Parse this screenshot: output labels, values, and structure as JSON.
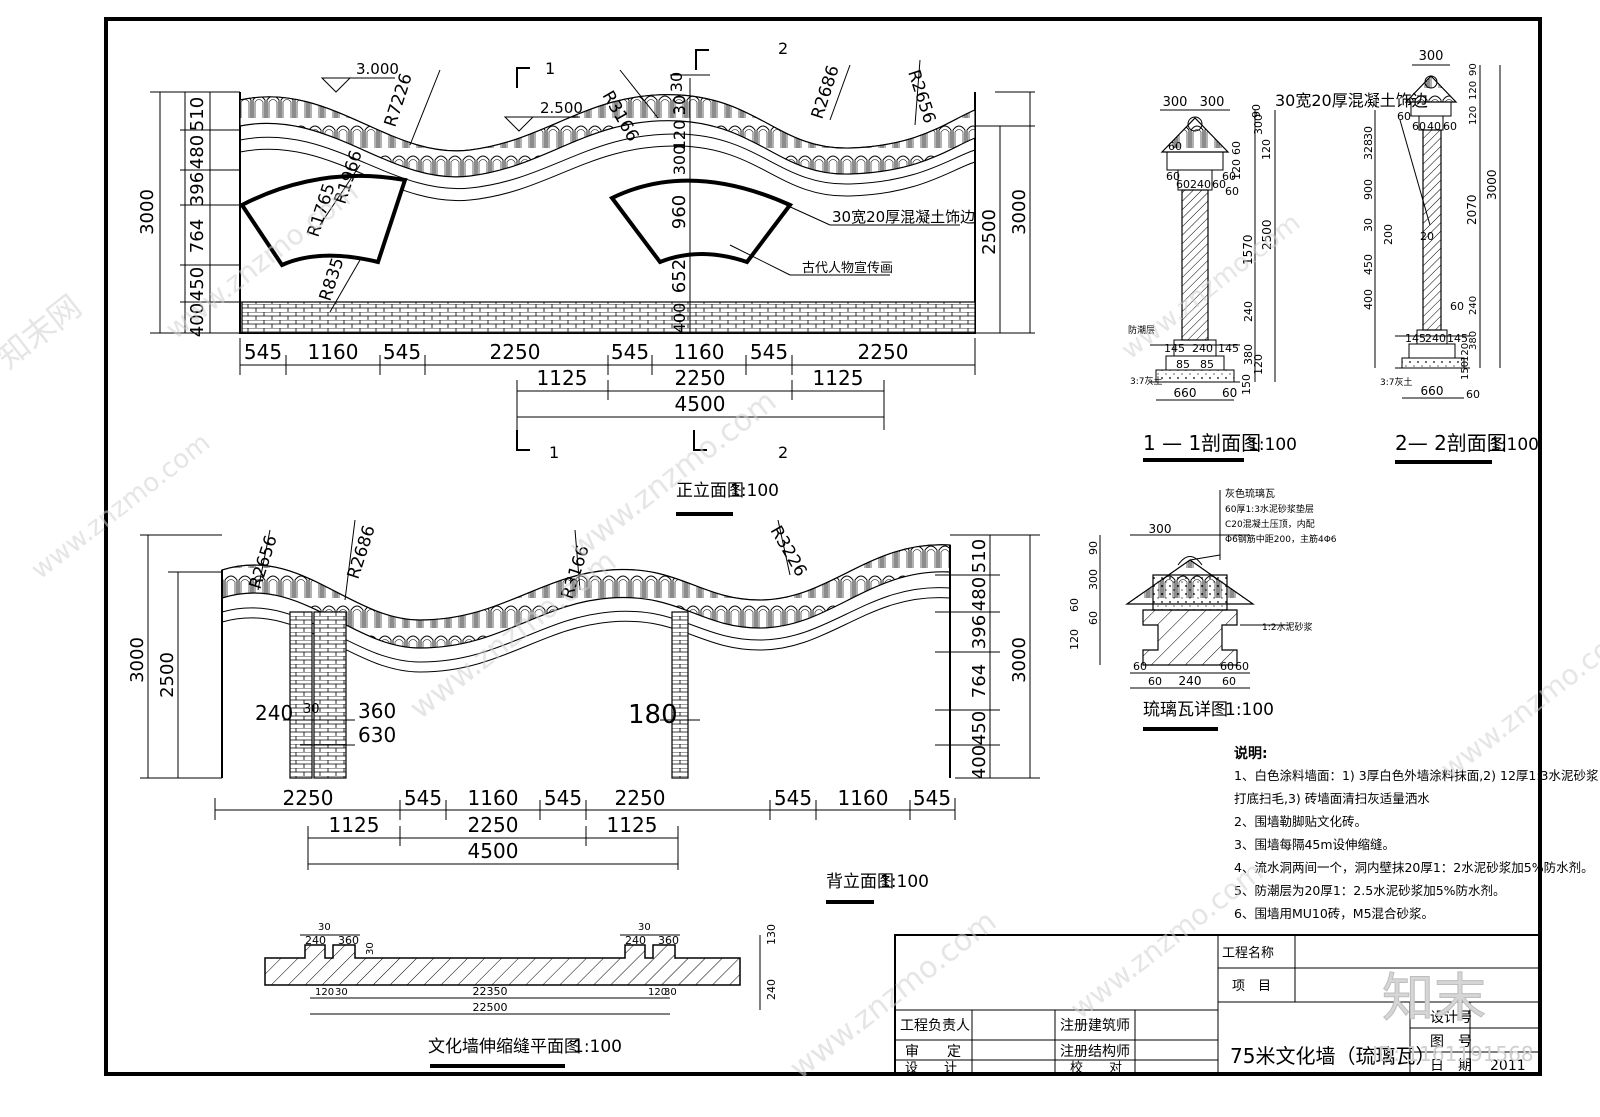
{
  "front_elevation": {
    "title": "正立面图",
    "scale": "1:100",
    "elev_top": "3.000",
    "elev_mid": "2.500",
    "section_1": "1",
    "section_2": "2",
    "radius_labels": [
      "R7226",
      "R3166",
      "R2686",
      "R2656",
      "R1966",
      "R1765",
      "R835"
    ],
    "left_dims": [
      "510",
      "480",
      "396",
      "764",
      "450",
      "400"
    ],
    "left_total": "3000",
    "right_dims": [
      "2500",
      "3000"
    ],
    "mid_vert": [
      "30",
      "120",
      "300",
      "960",
      "652",
      "400"
    ],
    "top_30": "30",
    "bottom_row1": [
      "545",
      "1160",
      "545",
      "2250",
      "545",
      "1160",
      "545",
      "2250"
    ],
    "bottom_row2": [
      "1125",
      "2250",
      "1125"
    ],
    "bottom_row3": "4500",
    "note_trim": "30宽20厚混凝土饰边",
    "note_mural": "古代人物宣传画"
  },
  "back_elevation": {
    "title": "背立面图",
    "scale": "1:100",
    "radius_labels": [
      "R2656",
      "R2686",
      "R3166",
      "R3226"
    ],
    "left_dims": [
      "3000",
      "2500"
    ],
    "right_dims": [
      "510",
      "480",
      "396",
      "764",
      "450",
      "400"
    ],
    "right_total": "3000",
    "pier_labels": [
      "240",
      "30",
      "360",
      "630",
      "180"
    ],
    "bottom_row1": [
      "2250",
      "545",
      "1160",
      "545",
      "2250",
      "545",
      "1160",
      "545"
    ],
    "bottom_row2": [
      "1125",
      "2250",
      "1125"
    ],
    "bottom_row3": "4500"
  },
  "joint_plan": {
    "title": "文化墙伸缩缝平面图",
    "scale": "1:100",
    "labels": [
      "30",
      "240",
      "360",
      "30"
    ],
    "dims": [
      "120",
      "30",
      "22350",
      "120",
      "30",
      "22500"
    ],
    "right_dims": [
      "130",
      "240"
    ]
  },
  "section_11": {
    "title": "1 — 1剖面图",
    "scale": "1:100",
    "top": [
      "300",
      "300"
    ],
    "labels": [
      "60",
      "60",
      "60",
      "240",
      "60",
      "60",
      "60",
      "145",
      "145",
      "240",
      "85",
      "85",
      "660",
      "60"
    ],
    "right": [
      "90",
      "300",
      "120",
      "60",
      "120",
      "2500",
      "1570",
      "240",
      "380",
      "120",
      "150"
    ],
    "notes": [
      "防潮层",
      "3:7灰土"
    ]
  },
  "section_22": {
    "title": "2— 2剖面图",
    "scale": "1:100",
    "top": "300",
    "note": "30宽20厚混凝土饰边",
    "left": [
      "30",
      "328",
      "900",
      "30",
      "200",
      "450",
      "400"
    ],
    "right": [
      "90",
      "120",
      "120",
      "2070",
      "3000",
      "240",
      "380",
      "120",
      "150"
    ],
    "labels": [
      "60",
      "60",
      "40",
      "60",
      "20",
      "145",
      "240",
      "145",
      "660",
      "60",
      "60",
      "3:7灰土"
    ]
  },
  "tile_detail": {
    "title": "琉璃瓦详图",
    "scale": "1:100",
    "notes": [
      "灰色琉璃瓦",
      "60厚1:3水泥砂浆垫层",
      "C20混凝土压顶，内配",
      "Φ6钢筋中距200，主筋4Φ6",
      "1:2水泥砂浆"
    ],
    "dims": [
      "300",
      "90",
      "300",
      "60",
      "120",
      "60",
      "60",
      "240",
      "60",
      "60",
      "60",
      "60"
    ]
  },
  "notes": {
    "heading": "说明:",
    "lines": [
      "1、白色涂料墙面：1) 3厚白色外墙涂料抹面,2) 12厚1:3水泥砂浆",
      "打底扫毛,3) 砖墙面清扫灰适量洒水",
      "2、围墙勒脚贴文化砖。",
      "3、围墙每隔45m设伸缩缝。",
      "4、流水洞两间一个，洞内壁抹20厚1：2水泥砂浆加5%防水剂。",
      "5、防潮层为20厚1：2.5水泥砂浆加5%防水剂。",
      "6、围墙用MU10砖，M5混合砂浆。"
    ]
  },
  "title_block": {
    "project_name": "工程名称",
    "item": "项　目",
    "project_lead": "工程负责人",
    "review": "审　　定",
    "design": "设　　计",
    "reg_arch": "注册建筑师",
    "reg_struct": "注册结构师",
    "check": "校　　对",
    "drawing_name": "75米文化墙（琉璃瓦）",
    "design_no": "设计号",
    "drawing_no": "图　号",
    "date": "日　期",
    "date_val": "2011"
  },
  "watermark": {
    "brand": "知末",
    "site": "www.znzmo.com",
    "site_cn": "知末网",
    "id": "ID: 1161191568"
  }
}
